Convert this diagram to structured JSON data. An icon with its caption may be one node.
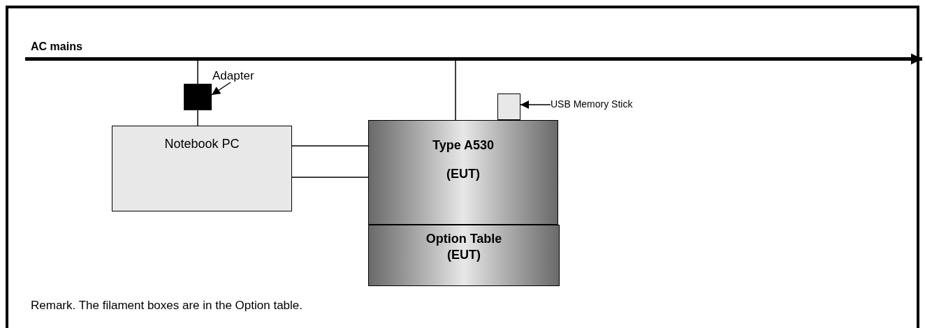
{
  "diagram": {
    "nodes": [
      {
        "text": [
          "AC mains"
        ]
      },
      {
        "text": [
          "Adapter"
        ]
      },
      {
        "text": [],
        "shape": "box"
      },
      {
        "text": [],
        "shape": "box"
      },
      {
        "text": [
          "USB Memory Stick"
        ]
      },
      {
        "text": [
          "Notebook PC"
        ]
      },
      {
        "text": [
          "Type A530",
          "(EUT)"
        ]
      },
      {
        "text": [
          "Option Table (EUT)"
        ]
      }
    ],
    "edges": [
      {
        "from": 0,
        "to": 2,
        "arrow": "none"
      },
      {
        "from": 2,
        "to": 5,
        "arrow": "none"
      },
      {
        "from": 1,
        "to": 2,
        "arrow": "to"
      },
      {
        "from": 0,
        "to": 6,
        "arrow": "none"
      },
      {
        "from": 4,
        "to": 3,
        "arrow": "to"
      },
      {
        "from": 5,
        "to": 6,
        "arrow": "none"
      },
      {
        "from": 5,
        "to": 6,
        "arrow": "none"
      },
      {
        "from": 0,
        "to": null,
        "arrow": "to",
        "style": "thick"
      }
    ],
    "labels": [
      "Remark. The filament boxes are in the Option table."
    ]
  }
}
